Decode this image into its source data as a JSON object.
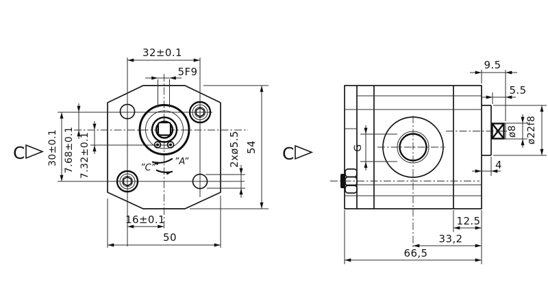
{
  "views": {
    "label": "C",
    "front": {
      "top_width": "32±0.1",
      "keyway": "5F9",
      "height": "54",
      "hole_spacing": "30±0.1",
      "upper_offset": "7.68±0.1",
      "lower_offset": "7.32±0.1",
      "holes": "2xø5.5",
      "bottom_offset": "16±0.1",
      "width": "50",
      "dir_a": "”A”",
      "dir_c": "”C”"
    },
    "side": {
      "shaft_protrusion": "9.5",
      "key_length": "5.5",
      "shaft_dia": "ø8",
      "pilot_dia": "ø22f8",
      "pilot_depth": "4",
      "port": "G",
      "cover": "12.5",
      "port_to_face": "33,2",
      "total": "66,5"
    }
  }
}
